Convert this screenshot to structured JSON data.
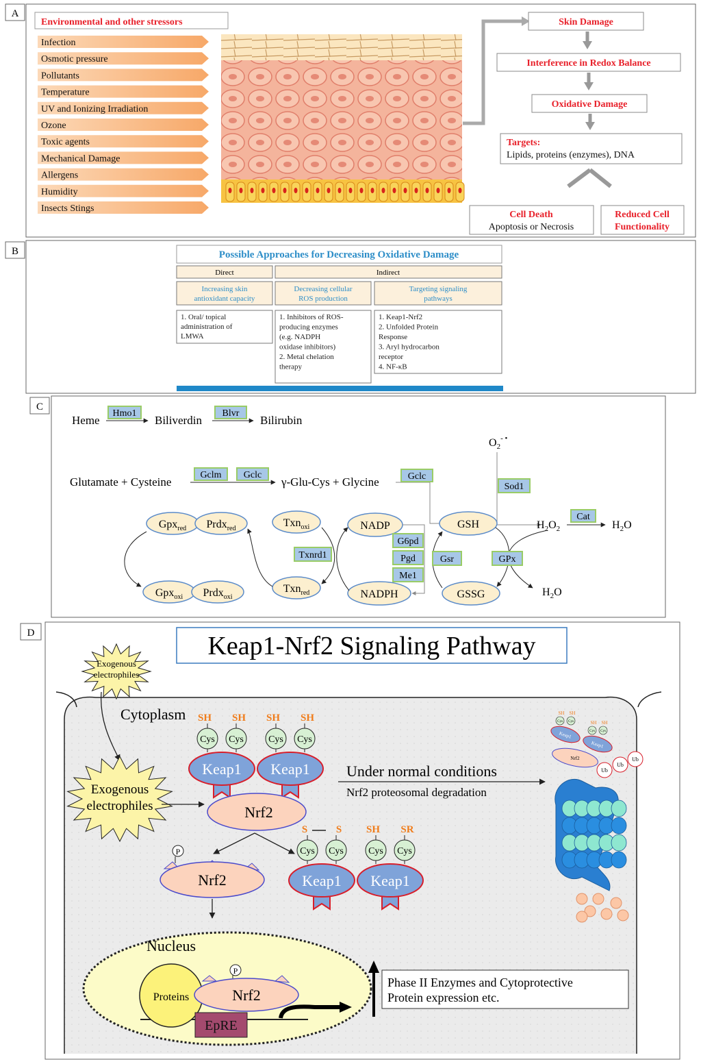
{
  "panels": {
    "a": "A",
    "b": "B",
    "c": "C",
    "d": "D"
  },
  "panel_a": {
    "stressors_title": "Environmental and other stressors",
    "stressors": [
      "Infection",
      "Osmotic pressure",
      "Pollutants",
      "Temperature",
      "UV and Ionizing Irradiation",
      "Ozone",
      "Toxic agents",
      "Mechanical Damage",
      "Allergens",
      "Humidity",
      "Insects Stings"
    ],
    "skin_damage": "Skin Damage",
    "redox": "Interference in Redox Balance",
    "oxidative": "Oxidative Damage",
    "targets_label": "Targets:",
    "targets_text": "Lipids, proteins (enzymes), DNA",
    "cell_death": "Cell Death",
    "cell_death_sub": "Apoptosis or Necrosis",
    "reduced_1": "Reduced Cell",
    "reduced_2": "Functionality"
  },
  "panel_b": {
    "title": "Possible Approaches for Decreasing Oxidative Damage",
    "direct": "Direct",
    "indirect": "Indirect",
    "col1_h": [
      "Increasing skin",
      "antioxidant capacity"
    ],
    "col2_h": [
      "Decreasing cellular",
      "ROS production"
    ],
    "col3_h": [
      "Targeting signaling",
      "pathways"
    ],
    "col1_items": [
      "1.   Oral/ topical",
      "       administration of",
      "       LMWA"
    ],
    "col2_items": [
      "1. Inhibitors of ROS-",
      "producing enzymes",
      "(e.g.  NADPH",
      "oxidase inhibitors)",
      "2. Metal chelation",
      "therapy"
    ],
    "col3_items": [
      "1.   Keap1-Nrf2",
      "2.   Unfolded Protein",
      "       Response",
      "3.   Aryl hydrocarbon",
      "       receptor",
      "4.   NF-κB"
    ]
  },
  "panel_c": {
    "heme": "Heme",
    "hmo1": "Hmo1",
    "biliverdin": "Biliverdin",
    "blvr": "Blvr",
    "bilirubin": "Bilirubin",
    "glu_cys": "Glutamate + Cysteine",
    "gclm": "Gclm",
    "gclc": "Gclc",
    "gamma": "γ-Glu-Cys + Glycine",
    "gclc2": "Gclc",
    "o2": "O",
    "o2_sub": "2",
    "o2_sup": "- •",
    "sod1": "Sod1",
    "cat": "Cat",
    "h2o2": "H",
    "h2o2_sub": "2",
    "h2o2_o": "O",
    "h2o2_sub2": "2",
    "h2o": "H",
    "h2o_sub": "2",
    "h2o_o": "O",
    "gpx_red": "Gpx",
    "red_sub": "red",
    "prdx_red": "Prdx",
    "gpx_oxi": "Gpx",
    "oxi_sub": "oxi",
    "prdx_oxi": "Prdx",
    "txn_oxi": "Txn",
    "txn_red": "Txn",
    "txnrd1": "Txnrd1",
    "nadp": "NADP",
    "nadph": "NADPH",
    "g6pd": "G6pd",
    "pgd": "Pgd",
    "me1": "Me1",
    "gsh": "GSH",
    "gssg": "GSSG",
    "gsr": "Gsr",
    "gpx": "GPx"
  },
  "panel_d": {
    "title": "Keap1-Nrf2 Signaling Pathway",
    "exo_small_1": "Exogenous",
    "exo_small_2": "electrophiles",
    "exo_big_1": "Exogenous",
    "exo_big_2": "electrophiles",
    "cytoplasm": "Cytoplasm",
    "nucleus": "Nucleus",
    "sh": "SH",
    "cys": "Cys",
    "keap1": "Keap1",
    "nrf2": "Nrf2",
    "normal": "Under normal conditions",
    "degradation": "Nrf2 proteosomal degradation",
    "s1": "S",
    "s2": "S",
    "sr": "SR",
    "p": "P",
    "ub": "Ub",
    "proteins": "Proteins",
    "epre": "EpRE",
    "phase_1": "Phase II Enzymes and Cytoprotective",
    "phase_2": "Protein expression etc."
  }
}
